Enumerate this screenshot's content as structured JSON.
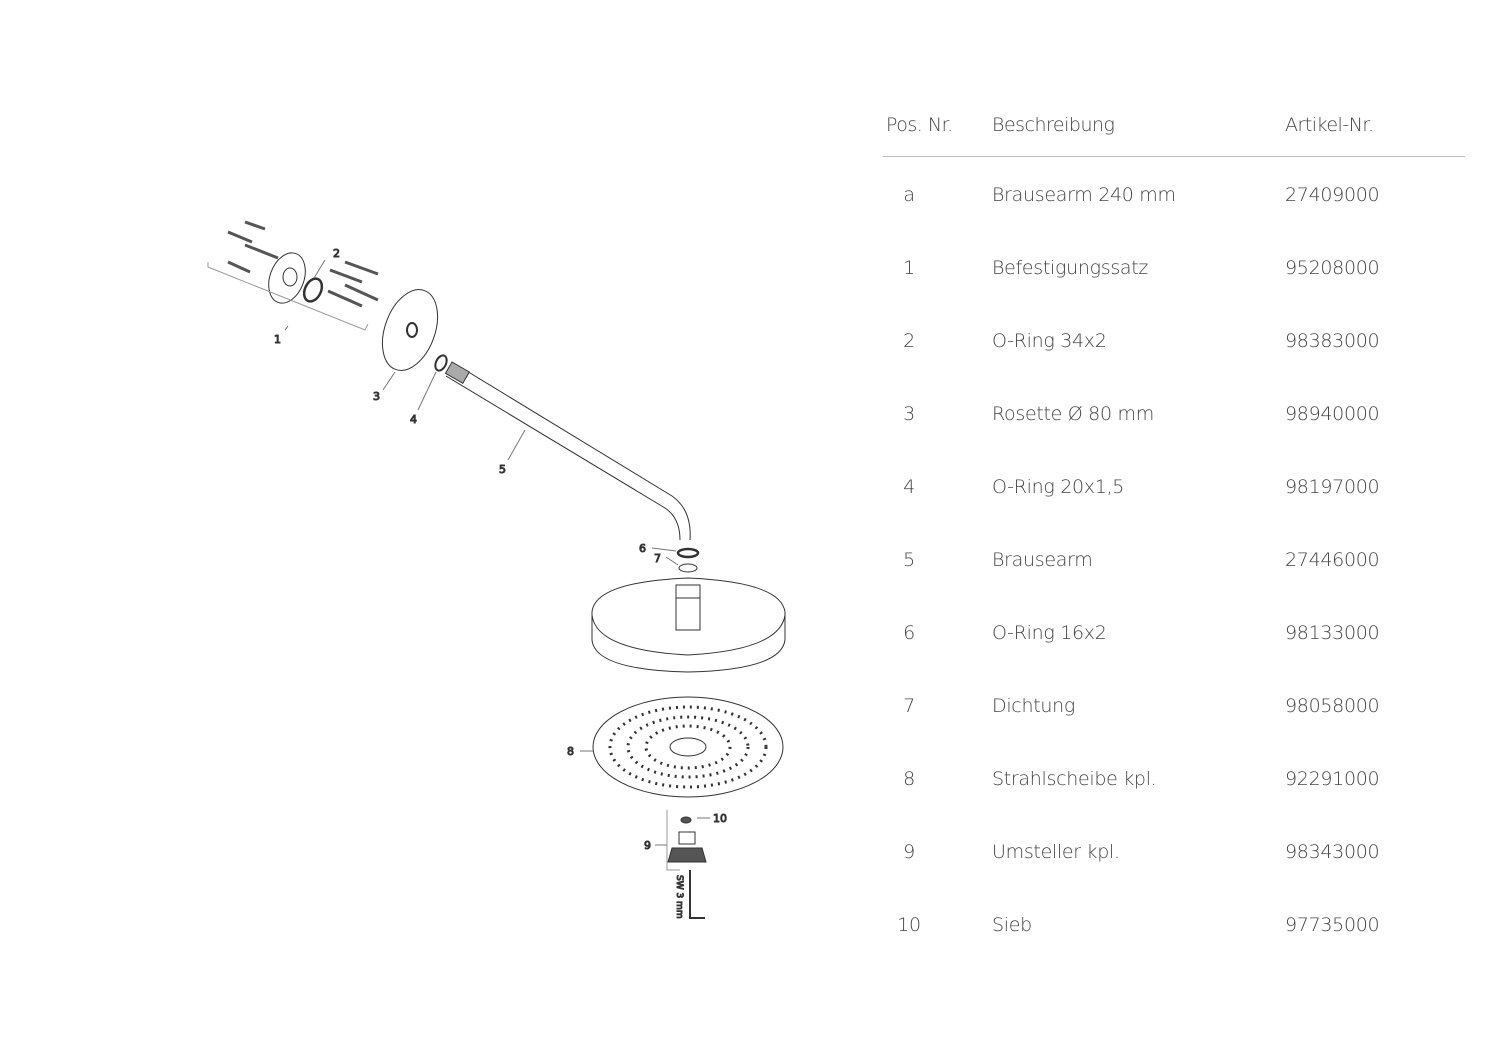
{
  "diagram": {
    "callouts": [
      "1",
      "2",
      "3",
      "4",
      "5",
      "6",
      "7",
      "8",
      "9",
      "10"
    ],
    "tool_label": "SW 3 mm"
  },
  "table": {
    "headers": {
      "pos": "Pos. Nr.",
      "description": "Beschreibung",
      "article": "Artikel-Nr."
    },
    "rows": [
      {
        "pos": "a",
        "description": "Brausearm 240 mm",
        "article": "27409000"
      },
      {
        "pos": "1",
        "description": "Befestigungssatz",
        "article": "95208000"
      },
      {
        "pos": "2",
        "description": "O-Ring 34x2",
        "article": "98383000"
      },
      {
        "pos": "3",
        "description": "Rosette Ø 80 mm",
        "article": "98940000"
      },
      {
        "pos": "4",
        "description": "O-Ring 20x1,5",
        "article": "98197000"
      },
      {
        "pos": "5",
        "description": "Brausearm",
        "article": "27446000"
      },
      {
        "pos": "6",
        "description": "O-Ring 16x2",
        "article": "98133000"
      },
      {
        "pos": "7",
        "description": "Dichtung",
        "article": "98058000"
      },
      {
        "pos": "8",
        "description": "Strahlscheibe kpl.",
        "article": "92291000"
      },
      {
        "pos": "9",
        "description": "Umsteller kpl.",
        "article": "98343000"
      },
      {
        "pos": "10",
        "description": "Sieb",
        "article": "97735000"
      }
    ]
  }
}
